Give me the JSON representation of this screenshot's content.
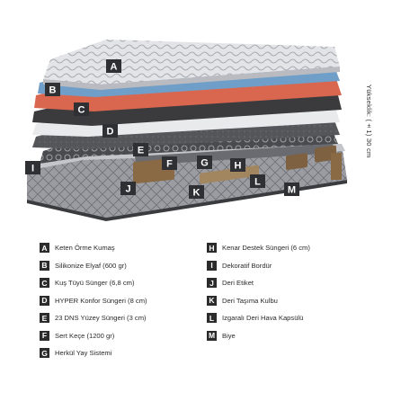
{
  "diagram": {
    "callouts": [
      "A",
      "B",
      "C",
      "D",
      "E",
      "F",
      "G",
      "H",
      "I",
      "J",
      "K",
      "L",
      "M"
    ],
    "colors": {
      "knit": "#dcdde0",
      "silicone": "#6f9fc8",
      "foam_red": "#d9664f",
      "dark_foam": "#3b3b3d",
      "label_box": "#2f3033",
      "border": "#8e9096",
      "leather": "#8a6a44"
    }
  },
  "height_label": "Yükseklik: (±1) 30 cm",
  "legend_left": [
    {
      "key": "A",
      "text": "Keten Örme Kumaş"
    },
    {
      "key": "B",
      "text": "Silikonize Elyaf (600 gr)"
    },
    {
      "key": "C",
      "text": "Kuş Tüyü Sünger (6,8 cm)"
    },
    {
      "key": "D",
      "text": "HYPER Konfor Süngeri (8 cm)"
    },
    {
      "key": "E",
      "text": "23 DNS Yüzey Süngeri (3 cm)"
    },
    {
      "key": "F",
      "text": "Sert Keçe (1200 gr)"
    },
    {
      "key": "G",
      "text": "Herkül Yay Sistemi"
    }
  ],
  "legend_right": [
    {
      "key": "H",
      "text": "Kenar Destek Süngeri (6 cm)"
    },
    {
      "key": "I",
      "text": "Dekoratif Bordür"
    },
    {
      "key": "J",
      "text": "Deri Etiket"
    },
    {
      "key": "K",
      "text": "Deri Taşıma Kulbu"
    },
    {
      "key": "L",
      "text": "Izgaralı Deri Hava Kapsülü"
    },
    {
      "key": "M",
      "text": "Biye"
    }
  ]
}
